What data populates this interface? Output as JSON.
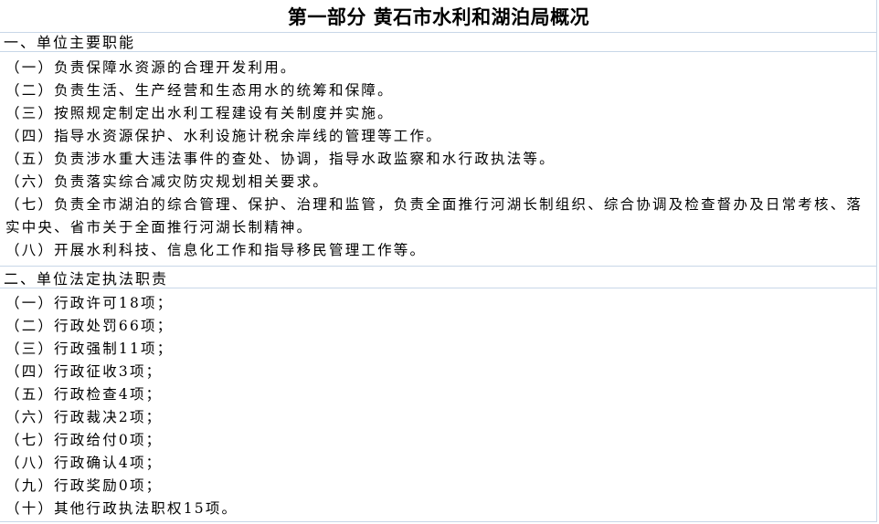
{
  "title": "第一部分    黄石市水利和湖泊局概况",
  "section1": {
    "heading": "一、单位主要职能",
    "items": [
      "（一）负责保障水资源的合理开发利用。",
      "（二）负责生活、生产经营和生态用水的统筹和保障。",
      "（三）按照规定制定出水利工程建设有关制度并实施。",
      "（四）指导水资源保护、水利设施计税余岸线的管理等工作。",
      "（五）负责涉水重大违法事件的查处、协调，指导水政监察和水行政执法等。",
      "（六）负责落实综合减灾防灾规划相关要求。",
      "（七）负责全市湖泊的综合管理、保护、治理和监管，负责全面推行河湖长制组织、综合协调及检查督办及日常考核、落实中央、省市关于全面推行河湖长制精神。",
      "（八）开展水利科技、信息化工作和指导移民管理工作等。"
    ]
  },
  "section2": {
    "heading": "二、单位法定执法职责",
    "items": [
      "（一）行政许可18项；",
      "（二）行政处罚66项；",
      "（三）行政强制11项；",
      "（四）行政征收3项；",
      "（五）行政检查4项；",
      "（六）行政裁决2项；",
      "（七）行政给付0项；",
      "（八）行政确认4项；",
      "（九）行政奖励0项；",
      "（十）其他行政执法职权15项。"
    ]
  }
}
